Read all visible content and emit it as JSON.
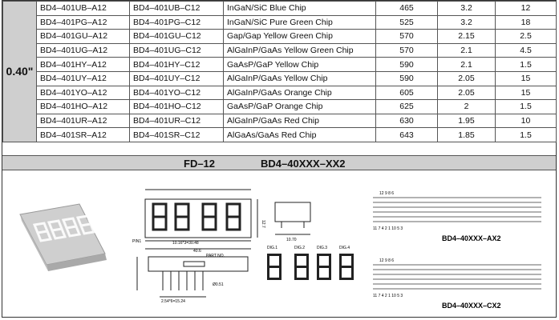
{
  "size_label": "0.40\"",
  "rows": [
    {
      "a": "BD4–401UB–A12",
      "c": "BD4–401UB–C12",
      "chip": "InGaN/SiC Blue Chip",
      "wl": "465",
      "vf": "3.2",
      "iv": "12"
    },
    {
      "a": "BD4–401PG–A12",
      "c": "BD4–401PG–C12",
      "chip": "InGaN/SiC Pure Green Chip",
      "wl": "525",
      "vf": "3.2",
      "iv": "18"
    },
    {
      "a": "BD4–401GU–A12",
      "c": "BD4–401GU–C12",
      "chip": "Gap/Gap Yellow Green Chip",
      "wl": "570",
      "vf": "2.15",
      "iv": "2.5"
    },
    {
      "a": "BD4–401UG–A12",
      "c": "BD4–401UG–C12",
      "chip": "AlGaInP/GaAs Yellow Green Chip",
      "wl": "570",
      "vf": "2.1",
      "iv": "4.5"
    },
    {
      "a": "BD4–401HY–A12",
      "c": "BD4–401HY–C12",
      "chip": "GaAsP/GaP Yellow Chip",
      "wl": "590",
      "vf": "2.1",
      "iv": "1.5"
    },
    {
      "a": "BD4–401UY–A12",
      "c": "BD4–401UY–C12",
      "chip": "AlGaInP/GaAs Yellow Chip",
      "wl": "590",
      "vf": "2.05",
      "iv": "15"
    },
    {
      "a": "BD4–401YO–A12",
      "c": "BD4–401YO–C12",
      "chip": "AlGaInP/GaAs Orange Chip",
      "wl": "605",
      "vf": "2.05",
      "iv": "15"
    },
    {
      "a": "BD4–401HO–A12",
      "c": "BD4–401HO–C12",
      "chip": "GaAsP/GaP Orange Chip",
      "wl": "625",
      "vf": "2",
      "iv": "1.5"
    },
    {
      "a": "BD4–401UR–A12",
      "c": "BD4–401UR–C12",
      "chip": "AlGaInP/GaAs Red Chip",
      "wl": "630",
      "vf": "1.95",
      "iv": "10"
    },
    {
      "a": "BD4–401SR–A12",
      "c": "BD4–401SR–C12",
      "chip": "AlGaAs/GaAs Red Chip",
      "wl": "643",
      "vf": "1.85",
      "iv": "1.5"
    }
  ],
  "band": {
    "left": "FD–12",
    "right": "BD4–40XXX–XX2"
  },
  "drawing": {
    "dim_top": "10.16*3=30.48",
    "dim_total": "40.6",
    "dim_height": "12.7",
    "dim_side": "10.70",
    "dim_pitch": "2.54*6=15.24",
    "dim_pin": "Ø0.51",
    "part_no": "PART NO.",
    "pin1": "PIN1",
    "digits": [
      "DIG.1",
      "DIG.2",
      "DIG.3",
      "DIG.4"
    ],
    "ax2_label": "BD4–40XXX–AX2",
    "cx2_label": "BD4–40XXX–CX2",
    "pin_top": "12   9   8   6",
    "pin_bottom": "11 7 4 2 1 10 5 3"
  }
}
